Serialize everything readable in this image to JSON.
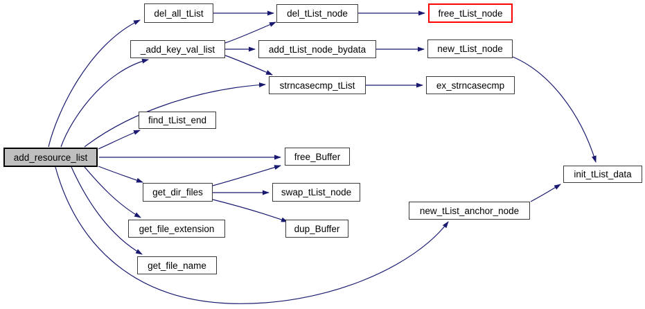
{
  "diagram": {
    "kind": "function-call-graph",
    "colors": {
      "edge": "#191970",
      "node_border": "#3a3a3a",
      "node_fill": "#ffffff",
      "root_fill": "#bfbfbf",
      "root_border": "#000000",
      "alert_border": "#ff0000",
      "text": "#000000",
      "background": "#ffffff"
    },
    "nodes": [
      {
        "id": "add_resource_list",
        "label": "add_resource_list",
        "role": "root"
      },
      {
        "id": "del_all_tList",
        "label": "del_all_tList",
        "role": "normal"
      },
      {
        "id": "del_tList_node",
        "label": "del_tList_node",
        "role": "normal"
      },
      {
        "id": "free_tList_node",
        "label": "free_tList_node",
        "role": "alert"
      },
      {
        "id": "_add_key_val_list",
        "label": "_add_key_val_list",
        "role": "normal"
      },
      {
        "id": "add_tList_node_bydata",
        "label": "add_tList_node_bydata",
        "role": "normal"
      },
      {
        "id": "new_tList_node",
        "label": "new_tList_node",
        "role": "normal"
      },
      {
        "id": "strncasecmp_tList",
        "label": "strncasecmp_tList",
        "role": "normal"
      },
      {
        "id": "ex_strncasecmp",
        "label": "ex_strncasecmp",
        "role": "normal"
      },
      {
        "id": "find_tList_end",
        "label": "find_tList_end",
        "role": "normal"
      },
      {
        "id": "free_Buffer",
        "label": "free_Buffer",
        "role": "normal"
      },
      {
        "id": "get_dir_files",
        "label": "get_dir_files",
        "role": "normal"
      },
      {
        "id": "swap_tList_node",
        "label": "swap_tList_node",
        "role": "normal"
      },
      {
        "id": "new_tList_anchor_node",
        "label": "new_tList_anchor_node",
        "role": "normal"
      },
      {
        "id": "get_file_extension",
        "label": "get_file_extension",
        "role": "normal"
      },
      {
        "id": "dup_Buffer",
        "label": "dup_Buffer",
        "role": "normal"
      },
      {
        "id": "get_file_name",
        "label": "get_file_name",
        "role": "normal"
      },
      {
        "id": "init_tList_data",
        "label": "init_tList_data",
        "role": "normal"
      }
    ],
    "edges": [
      {
        "from": "add_resource_list",
        "to": "del_all_tList"
      },
      {
        "from": "add_resource_list",
        "to": "_add_key_val_list"
      },
      {
        "from": "add_resource_list",
        "to": "strncasecmp_tList"
      },
      {
        "from": "add_resource_list",
        "to": "find_tList_end"
      },
      {
        "from": "add_resource_list",
        "to": "free_Buffer"
      },
      {
        "from": "add_resource_list",
        "to": "get_dir_files"
      },
      {
        "from": "add_resource_list",
        "to": "get_file_extension"
      },
      {
        "from": "add_resource_list",
        "to": "get_file_name"
      },
      {
        "from": "add_resource_list",
        "to": "new_tList_anchor_node"
      },
      {
        "from": "del_all_tList",
        "to": "del_tList_node"
      },
      {
        "from": "del_tList_node",
        "to": "free_tList_node"
      },
      {
        "from": "_add_key_val_list",
        "to": "del_tList_node"
      },
      {
        "from": "_add_key_val_list",
        "to": "add_tList_node_bydata"
      },
      {
        "from": "_add_key_val_list",
        "to": "strncasecmp_tList"
      },
      {
        "from": "add_tList_node_bydata",
        "to": "new_tList_node"
      },
      {
        "from": "strncasecmp_tList",
        "to": "ex_strncasecmp"
      },
      {
        "from": "new_tList_node",
        "to": "init_tList_data"
      },
      {
        "from": "get_dir_files",
        "to": "free_Buffer"
      },
      {
        "from": "get_dir_files",
        "to": "swap_tList_node"
      },
      {
        "from": "get_dir_files",
        "to": "dup_Buffer"
      },
      {
        "from": "new_tList_anchor_node",
        "to": "init_tList_data"
      }
    ]
  }
}
